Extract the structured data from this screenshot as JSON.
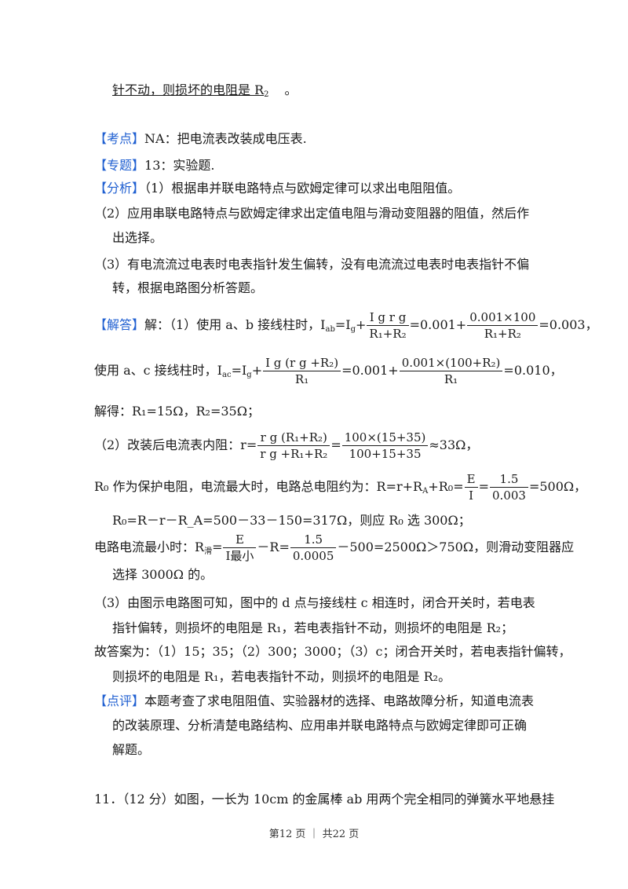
{
  "top": {
    "text_a": "针不动，则损坏的电阻是 R",
    "sub": "2",
    "text_b": "。"
  },
  "kaodian": {
    "tag": "【考点】",
    "text": "NA：把电流表改装成电压表."
  },
  "zhuanti": {
    "tag": "【专题】",
    "text": "13：实验题."
  },
  "fenxi": {
    "tag": "【分析】",
    "l1": "（1）根据串并联电路特点与欧姆定律可以求出电阻阻值。",
    "l2": "（2）应用串联电路特点与欧姆定律求出定值电阻与滑动变阻器的阻值，然后作",
    "l3": "出选择。",
    "l4": "（3）有电流流过电表时电表指针发生偏转，没有电流流过电表时电表指针不偏",
    "l5": "转，根据电路图分析答题。"
  },
  "jieda": {
    "tag": "【解答】",
    "e1": {
      "pre": "解：（1）使用 a、b 接线柱时，I",
      "sub": "ab",
      "eq": "=I",
      "sub2": "g",
      "plus": "+",
      "f1num": "I g r g",
      "f1den": "R₁+R₂",
      "mid": "=0.001+",
      "f2num": "0.001×100",
      "f2den": "R₁+R₂",
      "end": "=0.003，"
    },
    "e2": {
      "pre": "使用 a、c 接线柱时，I",
      "sub": "ac",
      "eq": "=I",
      "sub2": "g",
      "plus": "+",
      "f1num": "I g (r g +R₂)",
      "f1den": "R₁",
      "mid": "=0.001+",
      "f2num": "0.001×(100+R₂)",
      "f2den": "R₁",
      "end": "=0.010，"
    },
    "e3": "解得：R₁=15Ω，R₂=35Ω；",
    "e4": {
      "pre": "（2）改装后电流表内阻：r=",
      "f1num": "r g (R₁+R₂)",
      "f1den": "r g +R₁+R₂",
      "eq": "=",
      "f2num": "100×(15+35)",
      "f2den": "100+15+35",
      "end": "≈33Ω，"
    },
    "e5": {
      "pre": "R₀ 作为保护电阻，电流最大时，电路总电阻约为：R=r+R",
      "sub": "A",
      "mid": "+R₀=",
      "f1num": "E",
      "f1den": "I",
      "eq": "=",
      "f2num": "1.5",
      "f2den": "0.003",
      "end": "=500Ω，"
    },
    "e6": "R₀=R－r－R_A=500－33－150=317Ω，则应 R₀ 选 300Ω；",
    "e7": {
      "pre": "电路电流最小时：R",
      "sub": "滑",
      "eq": "=",
      "f1num": "E",
      "f1den": "I最小",
      "mid": "－R=",
      "f2num": "1.5",
      "f2den": "0.0005",
      "end": "－500=2500Ω＞750Ω，则滑动变阻器应"
    },
    "e8": "选择 3000Ω 的。",
    "e9": "（3）由图示电路图可知，图中的 d 点与接线柱 c 相连时，闭合开关时，若电表",
    "e10": "指针偏转，则损坏的电阻是 R₁，若电表指针不动，则损坏的电阻是 R₂；",
    "e11": "故答案为：（1）15；35；（2）300；3000；（3）c；闭合开关时，若电表指针偏转，",
    "e12": "则损坏的电阻是 R₁，若电表指针不动，则损坏的电阻是 R₂。"
  },
  "dianping": {
    "tag": "【点评】",
    "l1": "本题考查了求电阻阻值、实验器材的选择、电路故障分析，知道电流表",
    "l2": "的改装原理、分析清楚电路结构、应用串并联电路特点与欧姆定律即可正确",
    "l3": "解题。"
  },
  "q11": "11．（12 分）如图，一长为 10cm 的金属棒 ab 用两个完全相同的弹簧水平地悬挂",
  "footer": "第12 页 ｜ 共22 页",
  "colors": {
    "tag": "#1f5fd1",
    "text": "#1a1a1a"
  }
}
